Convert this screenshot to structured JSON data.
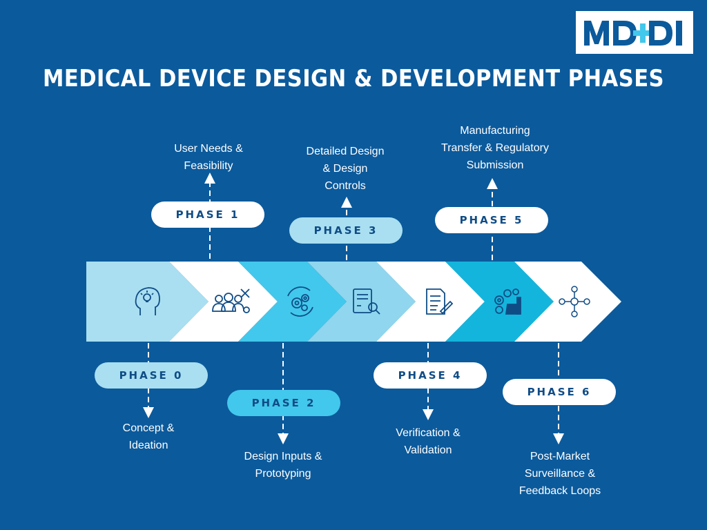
{
  "logo": {
    "text": "MD+DI"
  },
  "title": "MEDICAL DEVICE DESIGN & DEVELOPMENT PHASES",
  "colors": {
    "background": "#0b5a9c",
    "segment_light": "#a9dff1",
    "segment_white": "#ffffff",
    "segment_cyan": "#42c8ec",
    "segment_pale": "#8fd6ee",
    "segment_dark_cyan": "#14b5dc",
    "text_dark": "#0f4c86"
  },
  "phases": [
    {
      "label": "PHASE 0",
      "description": "Concept &\nIdeation",
      "icon": "lightbulb-head-icon"
    },
    {
      "label": "PHASE 1",
      "description": "User Needs &\nFeasibility",
      "icon": "users-tools-icon"
    },
    {
      "label": "PHASE 2",
      "description": "Design Inputs &\nPrototyping",
      "icon": "gears-cycle-icon"
    },
    {
      "label": "PHASE 3",
      "description": "Detailed Design\n& Design\nControls",
      "icon": "document-magnifier-icon"
    },
    {
      "label": "PHASE 4",
      "description": "Verification &\nValidation",
      "icon": "checklist-pen-icon"
    },
    {
      "label": "PHASE 5",
      "description": "Manufacturing\nTransfer & Regulatory\nSubmission",
      "icon": "factory-gears-icon"
    },
    {
      "label": "PHASE 6",
      "description": "Post-Market\nSurveillance &\nFeedback Loops",
      "icon": "network-user-icon"
    }
  ]
}
